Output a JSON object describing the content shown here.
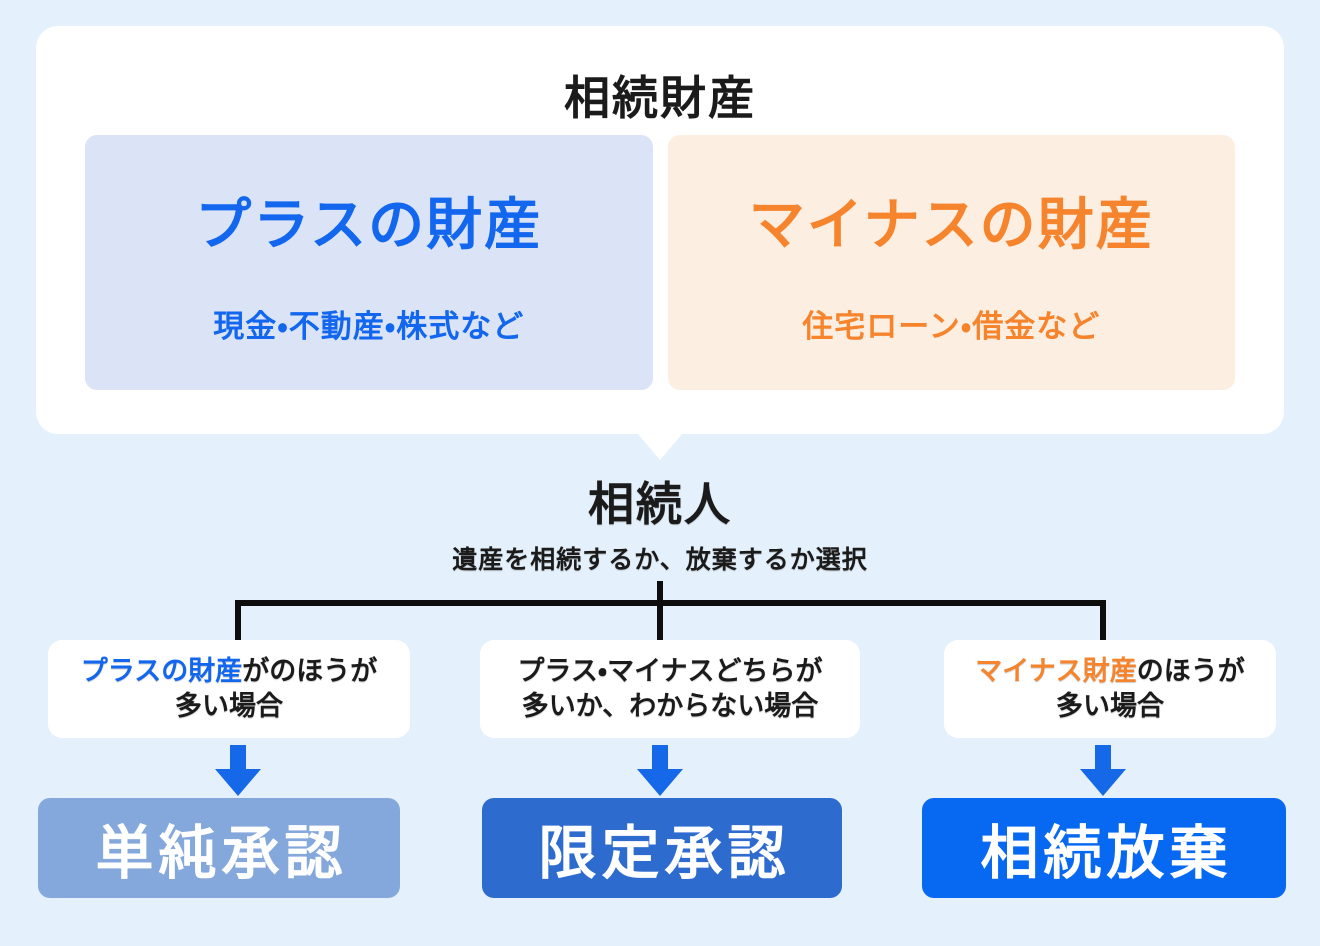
{
  "estate_card": {
    "title": "相続財産",
    "plus_asset": {
      "label": "プラスの財産",
      "examples": "現金・不動産・株式など"
    },
    "minus_asset": {
      "label": "マイナスの財産",
      "examples": "住宅ローン・借金など"
    }
  },
  "heir": {
    "title": "相続人",
    "subtitle": "遺産を相続するか、放棄するか選択"
  },
  "branches": [
    {
      "condition_highlight": "プラスの財産",
      "condition_rest": "がのほうが",
      "condition_line2": "多い場合",
      "result": "単純承認"
    },
    {
      "condition_highlight": "",
      "condition_rest": "プラス・マイナスどちらが",
      "condition_line2": "多いか、わからない場合",
      "result": "限定承認"
    },
    {
      "condition_highlight": "マイナス財産",
      "condition_rest": "のほうが",
      "condition_line2": "多い場合",
      "result": "相続放棄"
    }
  ],
  "colors": {
    "background": "#E4F0FB",
    "card_bg": "#FFFFFF",
    "plus_text": "#1267EE",
    "plus_box_bg": "#DBE4F6",
    "minus_text": "#F6842D",
    "minus_box_bg": "#FDEEE2",
    "heading_text": "#1B1B1B",
    "connector_line": "#0D0D0D",
    "arrow": "#1568E8",
    "result_simple_bg": "#85A8DC",
    "result_limited_bg": "#2E6BCE",
    "result_renounce_bg": "#0768F2",
    "result_text": "#FFFFFF"
  }
}
